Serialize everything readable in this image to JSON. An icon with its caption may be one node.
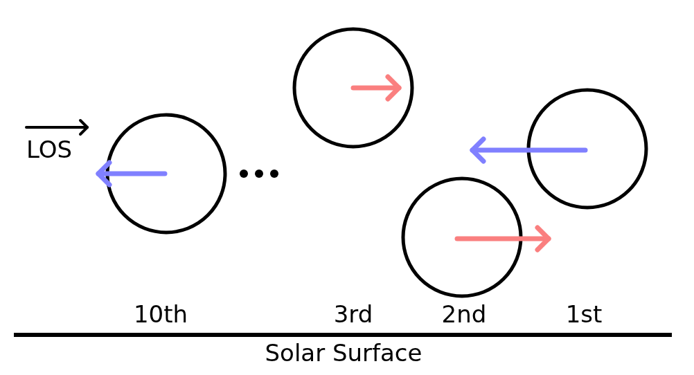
{
  "diagram": {
    "nodes": [
      {
        "text": [],
        "shape": "circle"
      },
      {
        "text": [],
        "shape": "circle"
      },
      {
        "text": [],
        "shape": "circle"
      },
      {
        "text": [],
        "shape": "circle"
      }
    ],
    "labels": [
      "LOS",
      "10th",
      "3rd",
      "2nd",
      "1st",
      "Solar Surface"
    ]
  }
}
